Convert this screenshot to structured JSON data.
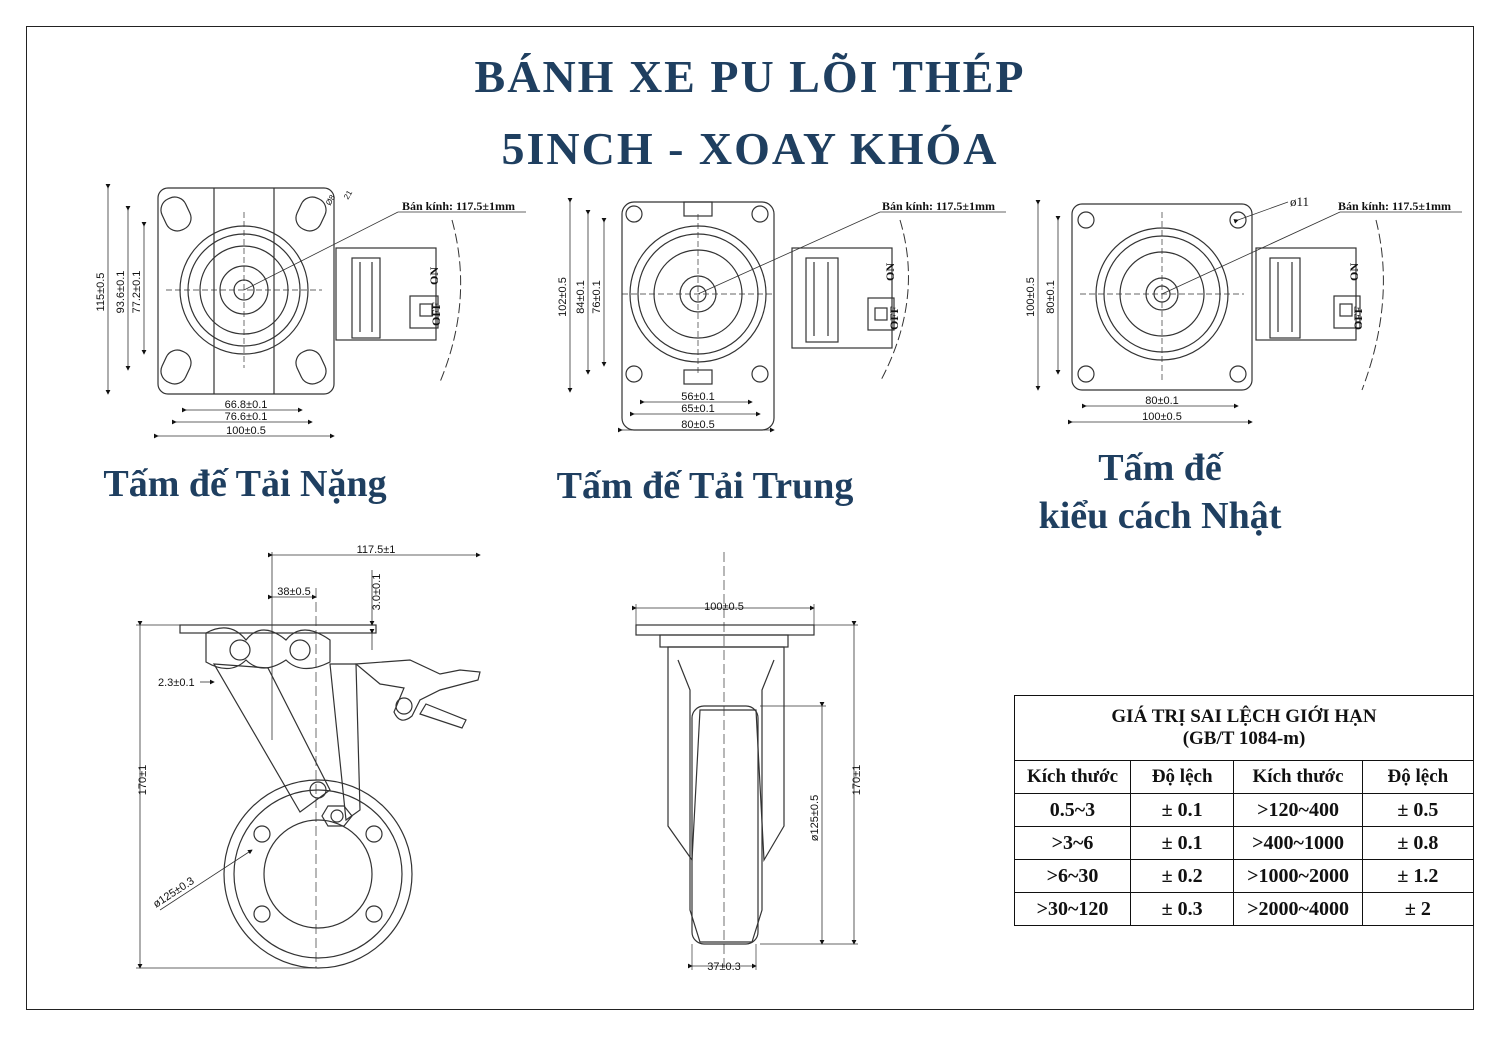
{
  "title_line1": "BÁNH XE PU LÕI THÉP",
  "title_line2": "5INCH - XOAY KHÓA",
  "captions": {
    "heavy": "Tấm đế Tải Nặng",
    "medium": "Tấm đế Tải Trung",
    "japan_line1": "Tấm đế",
    "japan_line2": "kiểu cách Nhật"
  },
  "radius_label": "Bán kính: 117.5±1mm",
  "switch_on": "ON",
  "switch_off": "OFF",
  "heavy_dims": {
    "h1": "115±0.5",
    "h2": "93.6±0.1",
    "h3": "77.2±0.1",
    "w1": "66.8±0.1",
    "w2": "76.6±0.1",
    "w3": "100±0.5",
    "slot_a": "Ø8",
    "slot_b": "21"
  },
  "medium_dims": {
    "h1": "102±0.5",
    "h2": "84±0.1",
    "h3": "76±0.1",
    "w1": "56±0.1",
    "w2": "65±0.1",
    "w3": "80±0.5"
  },
  "japan_dims": {
    "h1": "100±0.5",
    "h2": "80±0.1",
    "w1": "80±0.1",
    "w2": "100±0.5",
    "hole": "ø11"
  },
  "side_dims": {
    "reach": "117.5±1",
    "offset": "38±0.5",
    "plate_t": "3.0±0.1",
    "gap": "2.3±0.1",
    "height": "170±1",
    "wheel_d": "ø125±0.3"
  },
  "front_dims": {
    "plate_w": "100±0.5",
    "wheel_d": "ø125±0.5",
    "height": "170±1",
    "wheel_w": "37±0.3"
  },
  "tolerance_table": {
    "title1": "GIÁ TRỊ SAI LỆCH GIỚI HẠN",
    "title2": "(GB/T 1084-m)",
    "col_size": "Kích thước",
    "col_dev": "Độ lệch",
    "rows": [
      [
        "0.5~3",
        "± 0.1",
        ">120~400",
        "± 0.5"
      ],
      [
        ">3~6",
        "± 0.1",
        ">400~1000",
        "± 0.8"
      ],
      [
        ">6~30",
        "± 0.2",
        ">1000~2000",
        "± 1.2"
      ],
      [
        ">30~120",
        "± 0.3",
        ">2000~4000",
        "±  2"
      ]
    ]
  }
}
